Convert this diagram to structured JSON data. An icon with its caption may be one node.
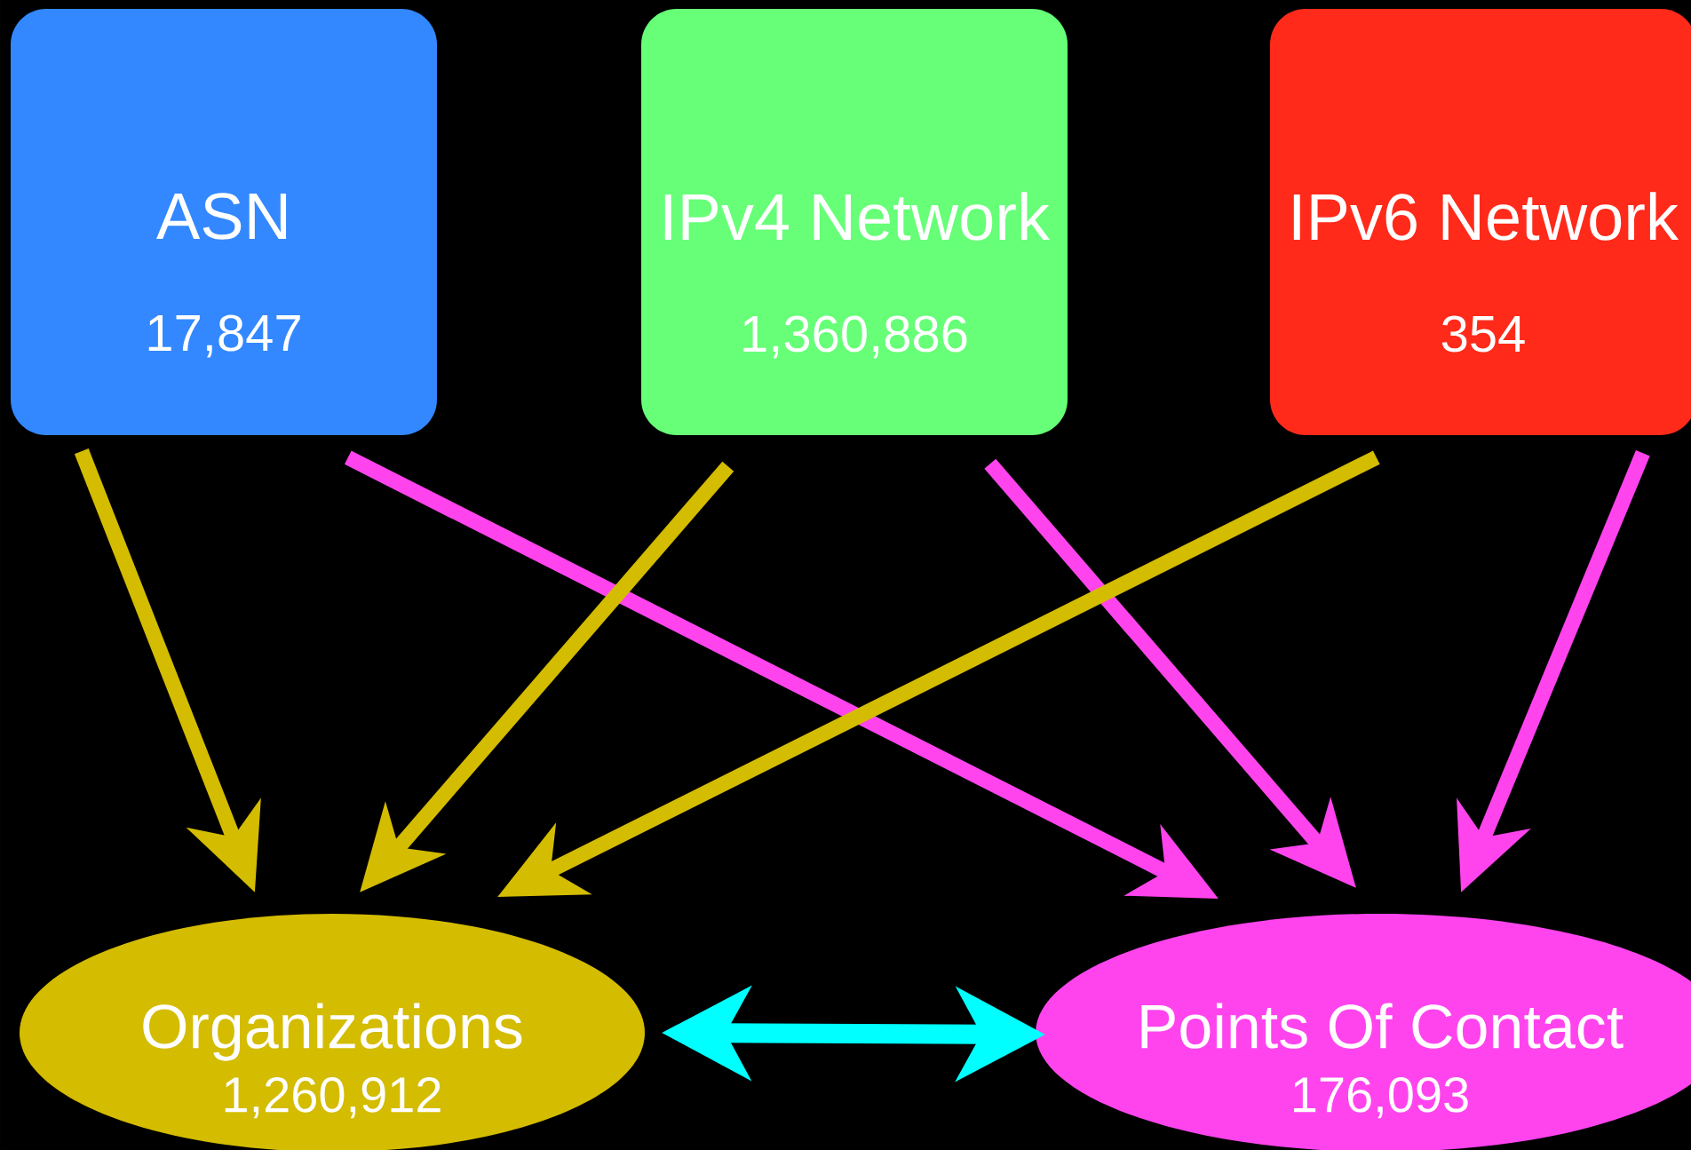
{
  "diagram": {
    "nodes": [
      {
        "text": [
          "ASN",
          "17,847"
        ]
      },
      {
        "text": [
          "IPv4 Network",
          "1,360,886"
        ]
      },
      {
        "text": [
          "IPv6 Network",
          "354"
        ]
      },
      {
        "text": [
          "Organizations",
          "1,260,912"
        ]
      },
      {
        "text": [
          "Points Of Contact",
          "176,093"
        ]
      }
    ],
    "edges": [
      {
        "from": 0,
        "to": 3,
        "arrow": "to",
        "color": "#d4bc00"
      },
      {
        "from": 0,
        "to": 4,
        "arrow": "to",
        "color": "#ff44ee"
      },
      {
        "from": 1,
        "to": 3,
        "arrow": "to",
        "color": "#d4bc00"
      },
      {
        "from": 1,
        "to": 4,
        "arrow": "to",
        "color": "#ff44ee"
      },
      {
        "from": 2,
        "to": 3,
        "arrow": "to",
        "color": "#d4bc00"
      },
      {
        "from": 2,
        "to": 4,
        "arrow": "to",
        "color": "#ff44ee"
      },
      {
        "from": 3,
        "to": 4,
        "arrow": "both",
        "color": "#00ffff"
      }
    ]
  }
}
